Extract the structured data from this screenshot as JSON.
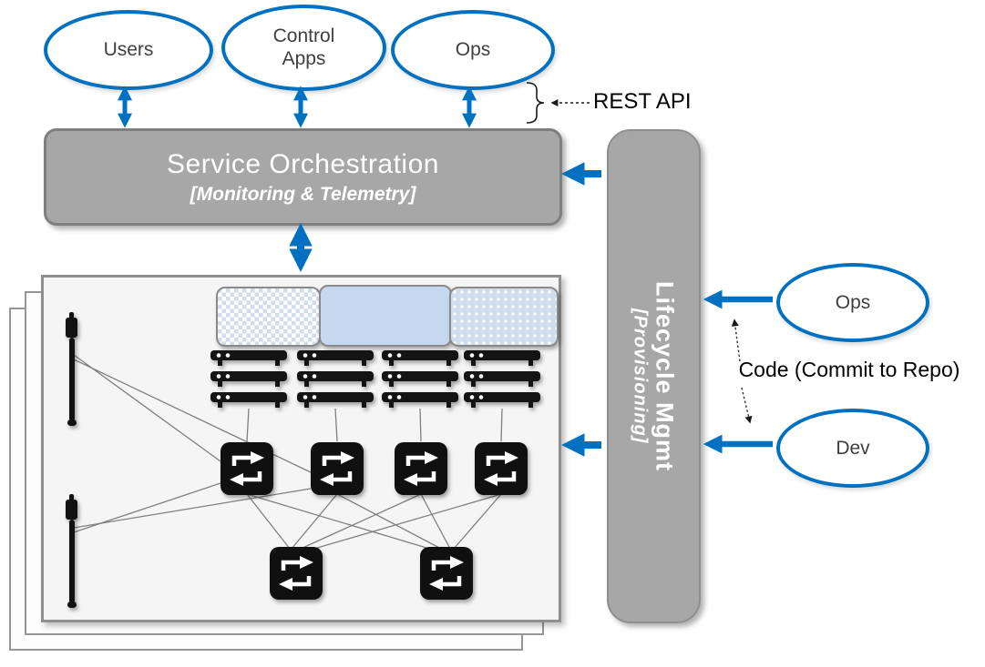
{
  "top_actors": [
    {
      "label": "Users"
    },
    {
      "label": "Control Apps"
    },
    {
      "label": "Ops"
    }
  ],
  "rest_api": {
    "label": "REST API"
  },
  "orchestration": {
    "title": "Service Orchestration",
    "subtitle": "[Monitoring & Telemetry]"
  },
  "lifecycle": {
    "title": "Lifecycle Mgmt",
    "subtitle": "[Provisioning]"
  },
  "right_actors": [
    {
      "label": "Ops"
    },
    {
      "label": "Dev"
    }
  ],
  "code_flow": {
    "label": "Code (Commit to Repo)"
  },
  "network": {
    "panel_count": 3,
    "app_blocks": [
      {
        "style": "checker-pattern"
      },
      {
        "style": "solid-blue"
      },
      {
        "style": "dot-pattern"
      }
    ],
    "rack_count": 4,
    "leaf_switch_count": 4,
    "spine_switch_count": 2,
    "antenna_count": 2,
    "icons": {
      "rack": "rack-stack-icon",
      "switch": "switch-icon",
      "antenna": "antenna-icon"
    }
  },
  "colors": {
    "accent_blue": "#0070C0",
    "box_fill": "#a7a7a7",
    "box_border": "#7f7f7f",
    "panel_fill": "#f5f5f5",
    "app_block_blue": "#c5d8ef",
    "line_gray": "#7f7f7f"
  }
}
